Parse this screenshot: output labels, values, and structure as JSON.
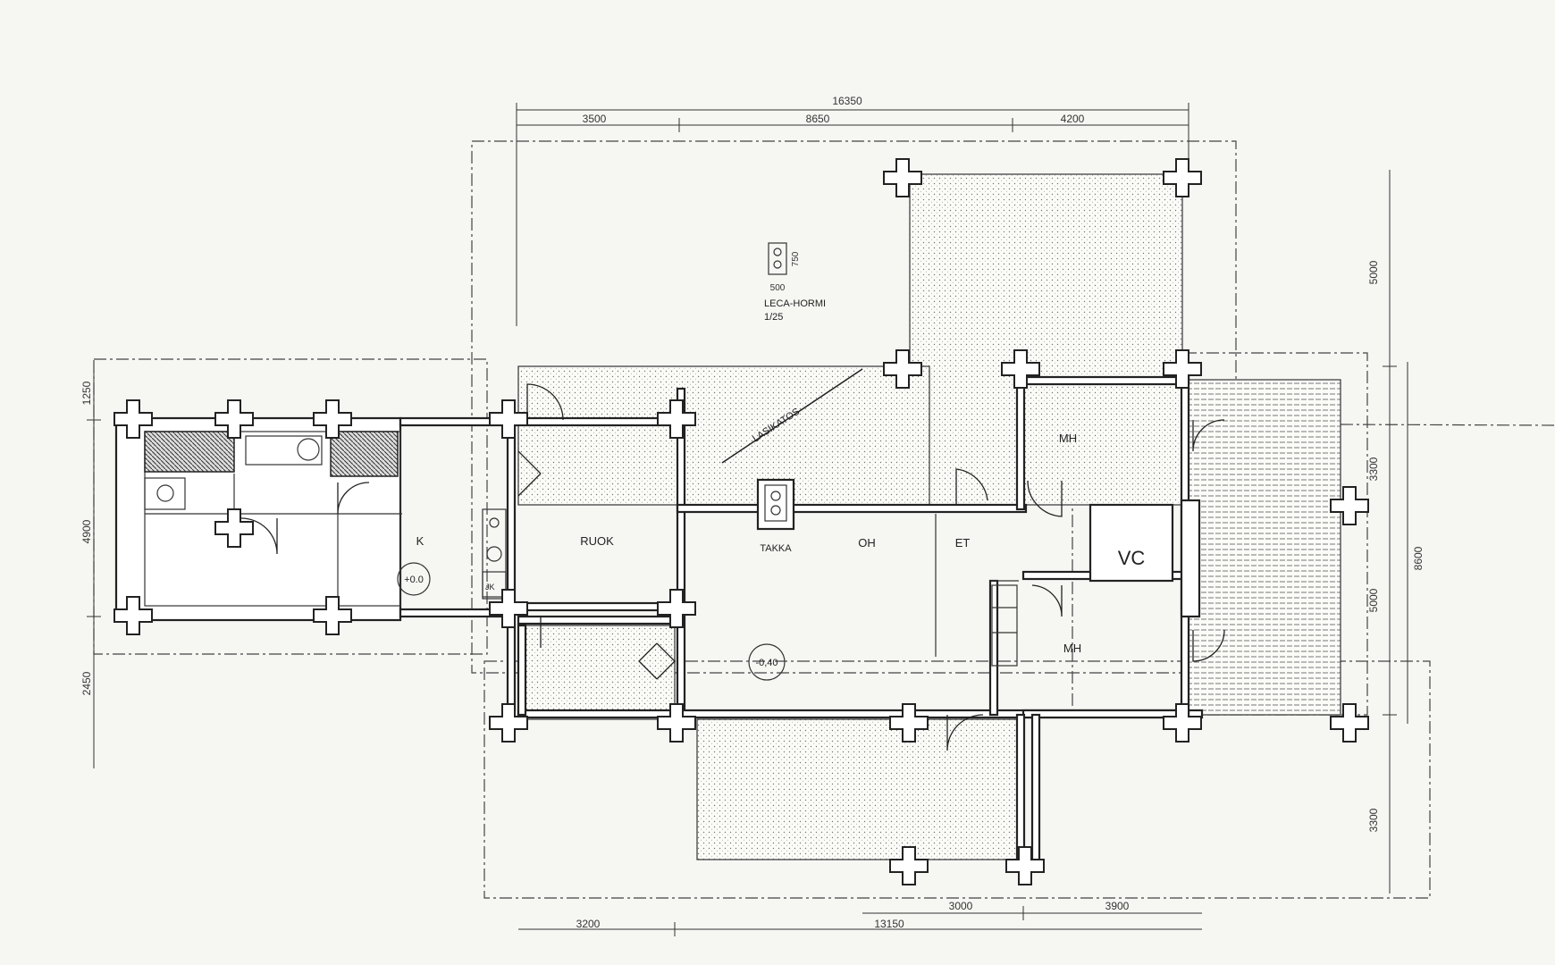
{
  "dimensions": {
    "top_total": "16350",
    "top_a": "3500",
    "top_b": "8650",
    "top_c": "4200",
    "bottom_a": "3200",
    "bottom_b": "13150",
    "bottom_c": "3000",
    "bottom_d": "3900",
    "left_a": "1250",
    "left_b": "4900",
    "left_c": "2450",
    "right_a": "5000",
    "right_b": "3300",
    "right_c": "8600",
    "right_d": "5000",
    "right_e": "3300",
    "chimney_w": "500",
    "chimney_h": "750"
  },
  "rooms": {
    "k": "K",
    "ruok": "RUOK",
    "takka": "TAKKA",
    "oh": "OH",
    "et": "ET",
    "mh_upper": "MH",
    "mh_lower": "MH",
    "vc": "VC"
  },
  "levels": {
    "k_level": "+0.0",
    "oh_level": "-0,40"
  },
  "notes": {
    "chimney_name": "LECA-HORMI",
    "chimney_scale": "1/25",
    "glass_roof": "LASIKATOS",
    "jk": "JK"
  }
}
